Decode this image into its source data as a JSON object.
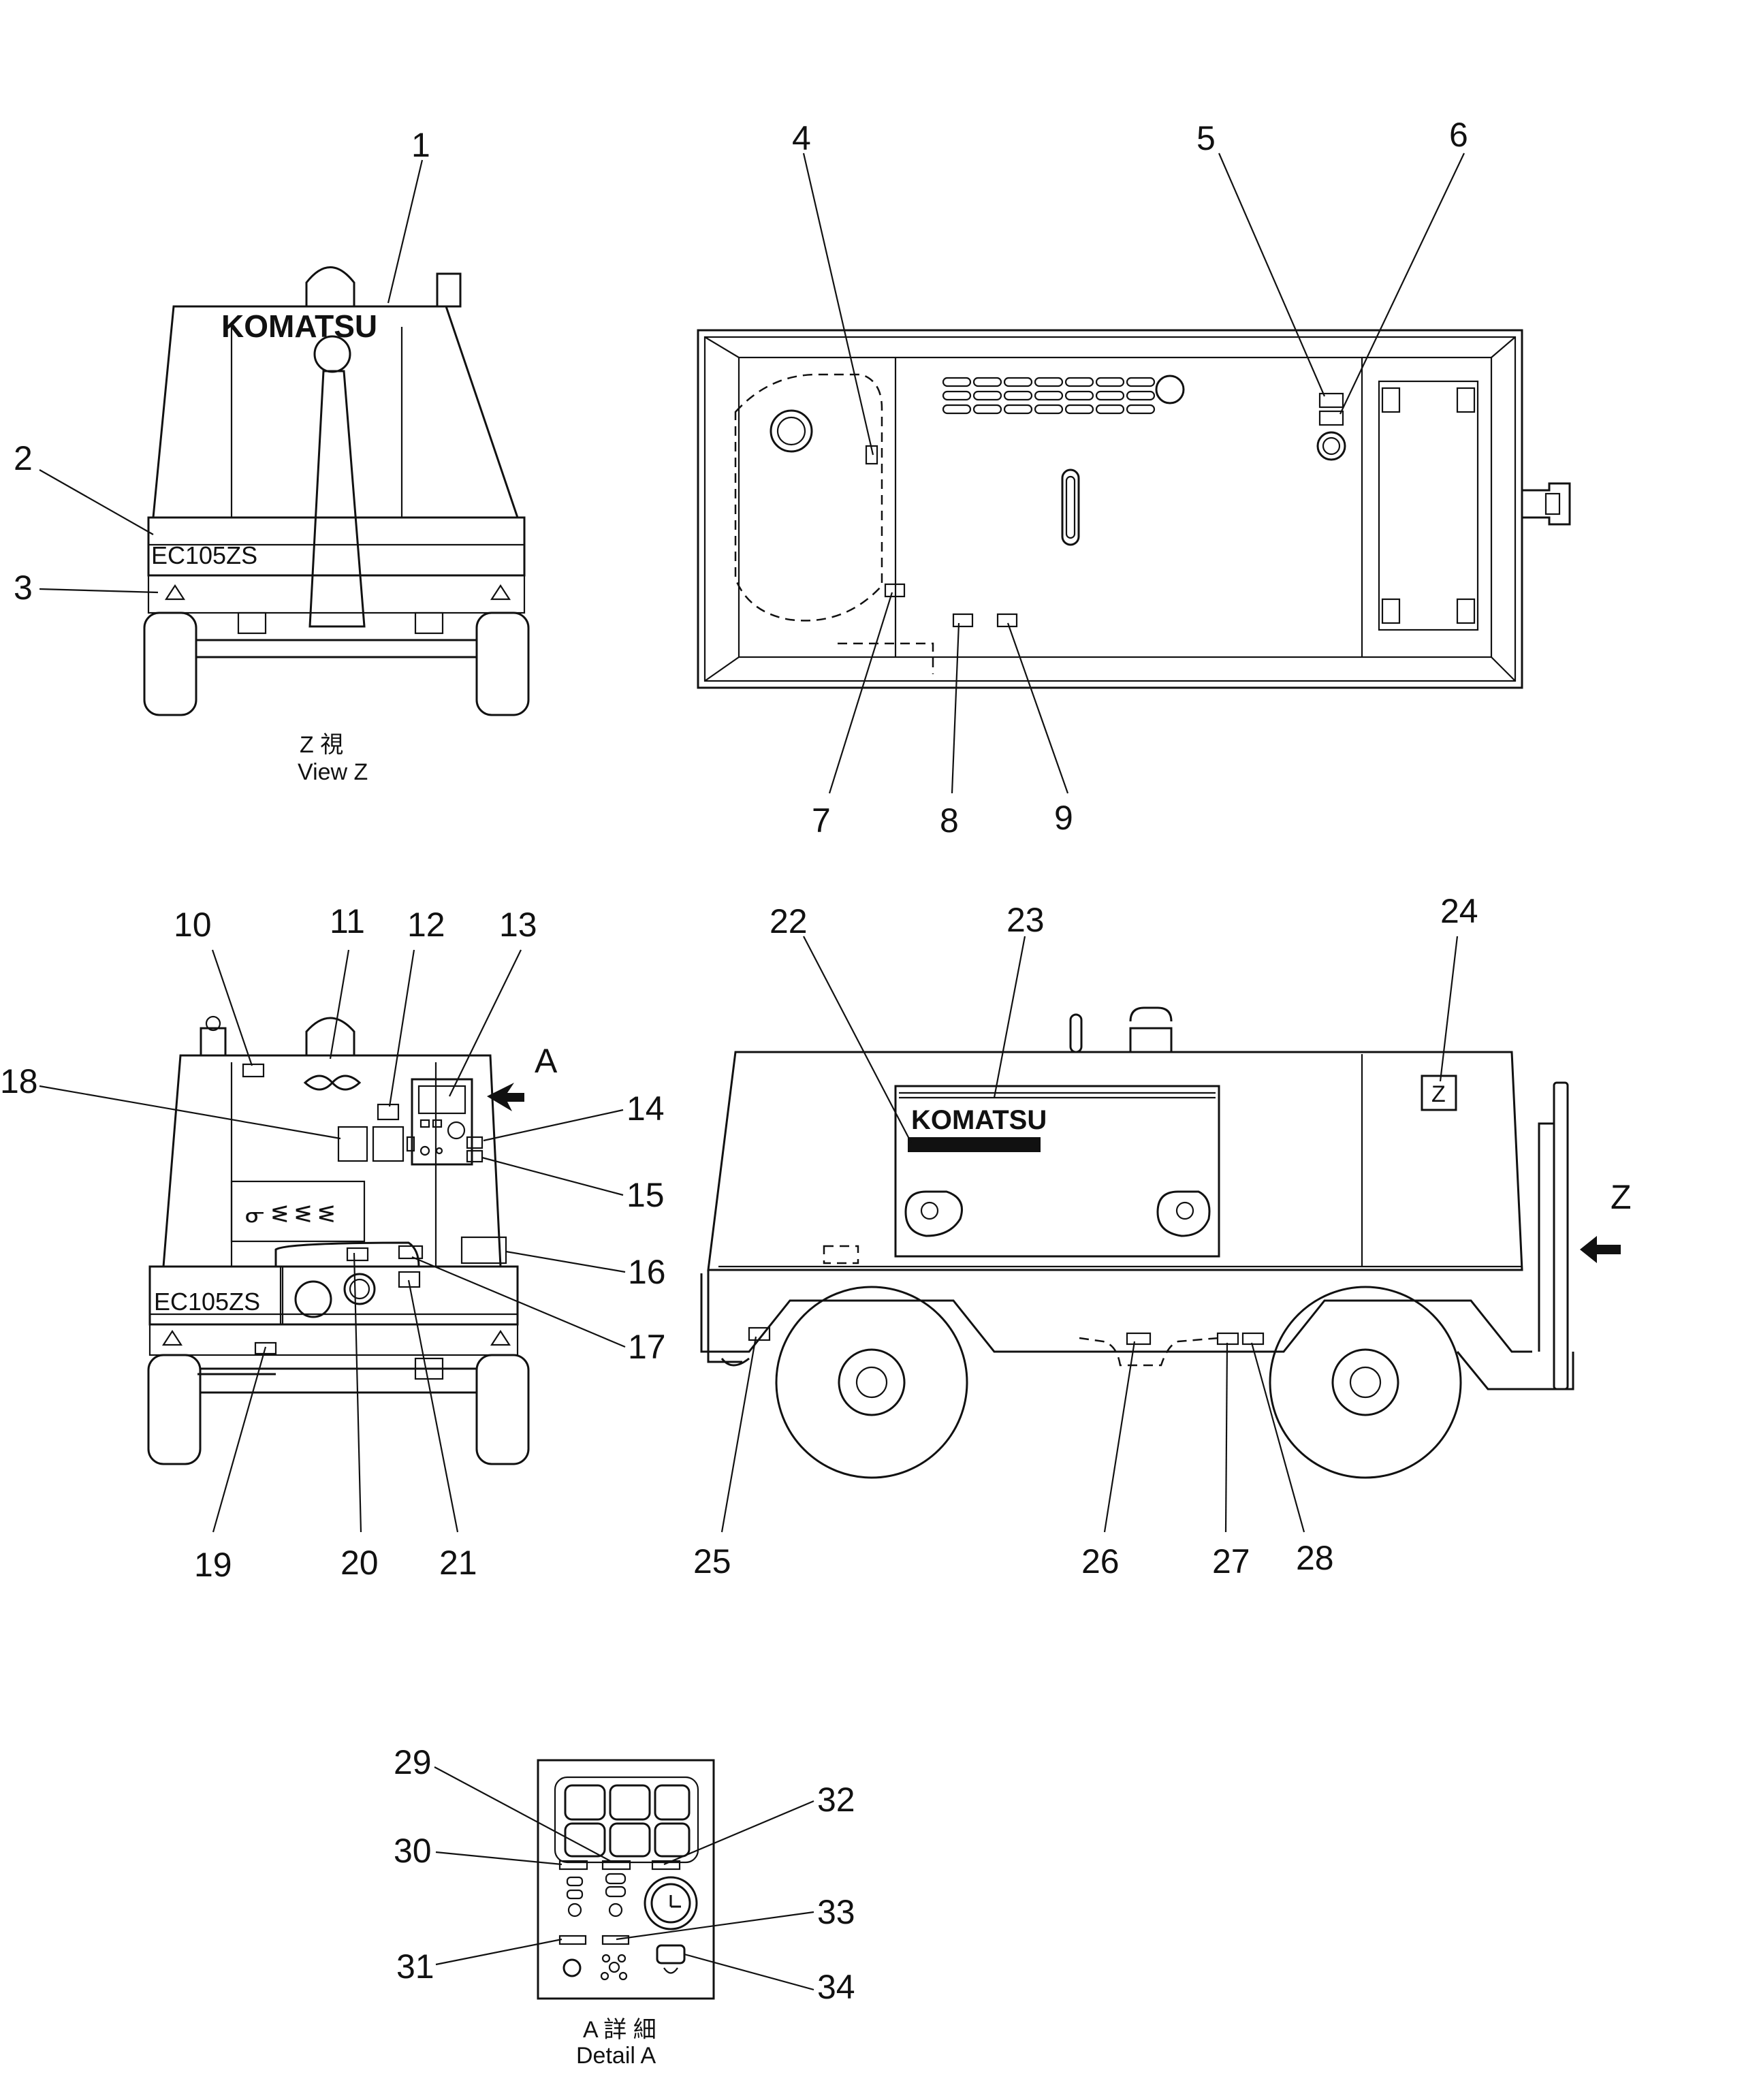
{
  "views": {
    "view_z": {
      "caption_jp": "Z 視",
      "caption_en": "View Z",
      "brand": "KOMATSU",
      "model": "EC105ZS"
    },
    "top_view": {},
    "rear_view": {
      "model": "EC105ZS",
      "arrow_label": "A"
    },
    "side_view": {
      "brand": "KOMATSU",
      "arrow_label": "Z"
    },
    "detail_a": {
      "caption_jp": "A 詳 細",
      "caption_en": "Detail A"
    }
  },
  "callouts": [
    "1",
    "2",
    "3",
    "4",
    "5",
    "6",
    "7",
    "8",
    "9",
    "10",
    "11",
    "12",
    "13",
    "14",
    "15",
    "16",
    "17",
    "18",
    "19",
    "20",
    "21",
    "22",
    "23",
    "24",
    "25",
    "26",
    "27",
    "28",
    "29",
    "30",
    "31",
    "32",
    "33",
    "34"
  ]
}
